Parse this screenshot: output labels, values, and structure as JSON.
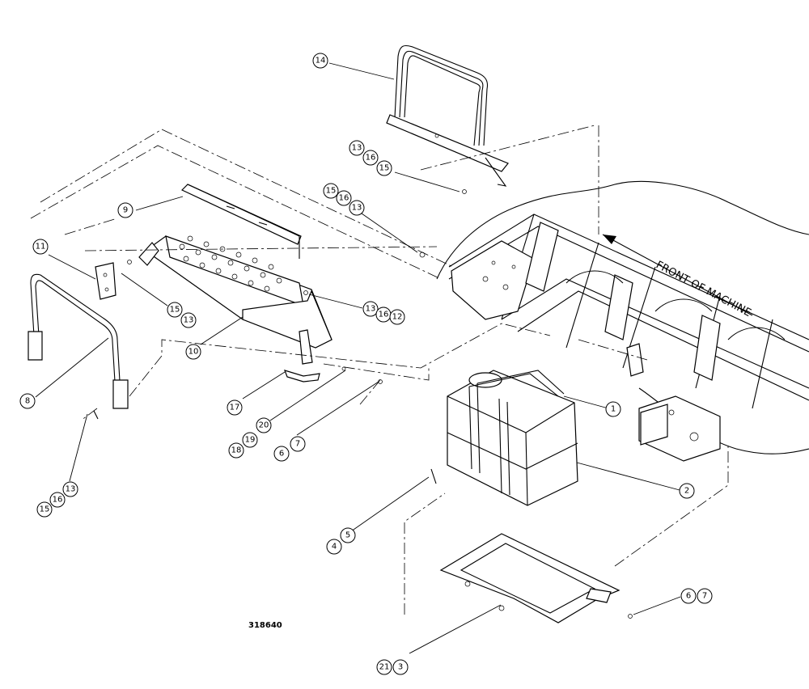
{
  "drawing_number": "318640",
  "front_label": "FRONT OF MACHINE",
  "callouts": [
    {
      "label": "14"
    },
    {
      "label": "13"
    },
    {
      "label": "16"
    },
    {
      "label": "15"
    },
    {
      "label": "15"
    },
    {
      "label": "16"
    },
    {
      "label": "13"
    },
    {
      "label": "9"
    },
    {
      "label": "11"
    },
    {
      "label": "15"
    },
    {
      "label": "13"
    },
    {
      "label": "13"
    },
    {
      "label": "16"
    },
    {
      "label": "12"
    },
    {
      "label": "10"
    },
    {
      "label": "8"
    },
    {
      "label": "17"
    },
    {
      "label": "20"
    },
    {
      "label": "19"
    },
    {
      "label": "18"
    },
    {
      "label": "6"
    },
    {
      "label": "7"
    },
    {
      "label": "15"
    },
    {
      "label": "16"
    },
    {
      "label": "13"
    },
    {
      "label": "1"
    },
    {
      "label": "2"
    },
    {
      "label": "5"
    },
    {
      "label": "4"
    },
    {
      "label": "6"
    },
    {
      "label": "7"
    },
    {
      "label": "21"
    },
    {
      "label": "3"
    }
  ]
}
